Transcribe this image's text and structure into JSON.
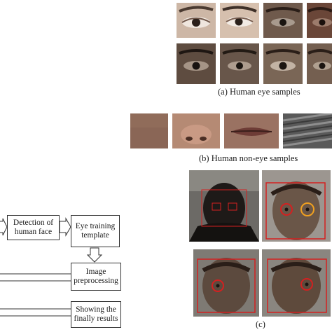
{
  "captions": {
    "a": "(a) Human eye samples",
    "b": "(b) Human non-eye samples",
    "c": "(c)"
  },
  "flowchart": {
    "detect_line1": "Detection of",
    "detect_line2": "human face",
    "template_line1": "Eye training",
    "template_line2": "template",
    "preproc_line1": "Image",
    "preproc_line2": "preprocessing",
    "results_line1": "Showing the",
    "results_line2": "finally results"
  },
  "colors": {
    "detection_box": "#d42020",
    "left_eye_circle": "#d42020",
    "right_eye_circle": "#f0a020"
  }
}
